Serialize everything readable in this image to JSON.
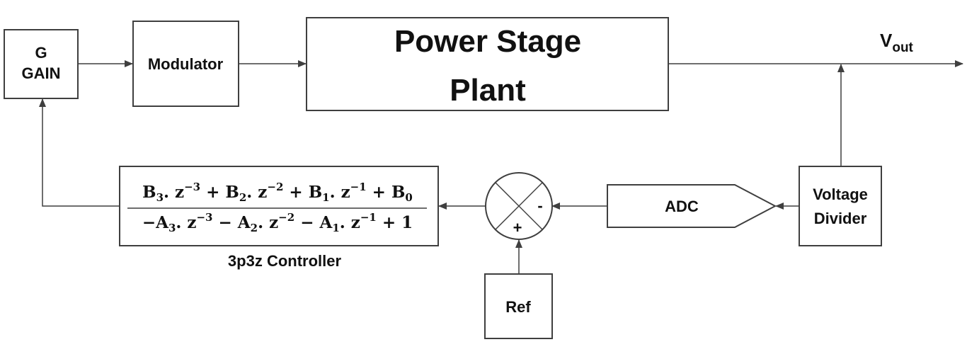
{
  "blocks": {
    "gain": {
      "line1": "G",
      "line2": "GAIN"
    },
    "modulator": "Modulator",
    "plant": {
      "line1": "Power Stage",
      "line2": "Plant"
    },
    "output": {
      "main": "V",
      "sub": "out"
    },
    "voltage_divider": {
      "line1": "Voltage",
      "line2": "Divider"
    },
    "adc": "ADC",
    "ref": "Ref",
    "summer": {
      "minus": "-",
      "plus": "+"
    },
    "controller": {
      "caption": "3p3z Controller",
      "numerator": [
        {
          "base": "B",
          "sub": "3",
          "mid": ". z",
          "sup": "−3",
          "after": " + "
        },
        {
          "base": "B",
          "sub": "2",
          "mid": ". z",
          "sup": "−2",
          "after": " + "
        },
        {
          "base": "B",
          "sub": "1",
          "mid": ". z",
          "sup": "−1",
          "after": " + "
        },
        {
          "base": "B",
          "sub": "0",
          "mid": "",
          "sup": "",
          "after": ""
        }
      ],
      "denominator": [
        {
          "pre": "−",
          "base": "A",
          "sub": "3",
          "mid": ". z",
          "sup": "−3",
          "after": " − "
        },
        {
          "pre": "",
          "base": "A",
          "sub": "2",
          "mid": ". z",
          "sup": "−2",
          "after": " − "
        },
        {
          "pre": "",
          "base": "A",
          "sub": "1",
          "mid": ". z",
          "sup": "−1",
          "after": " + 1"
        }
      ]
    }
  }
}
